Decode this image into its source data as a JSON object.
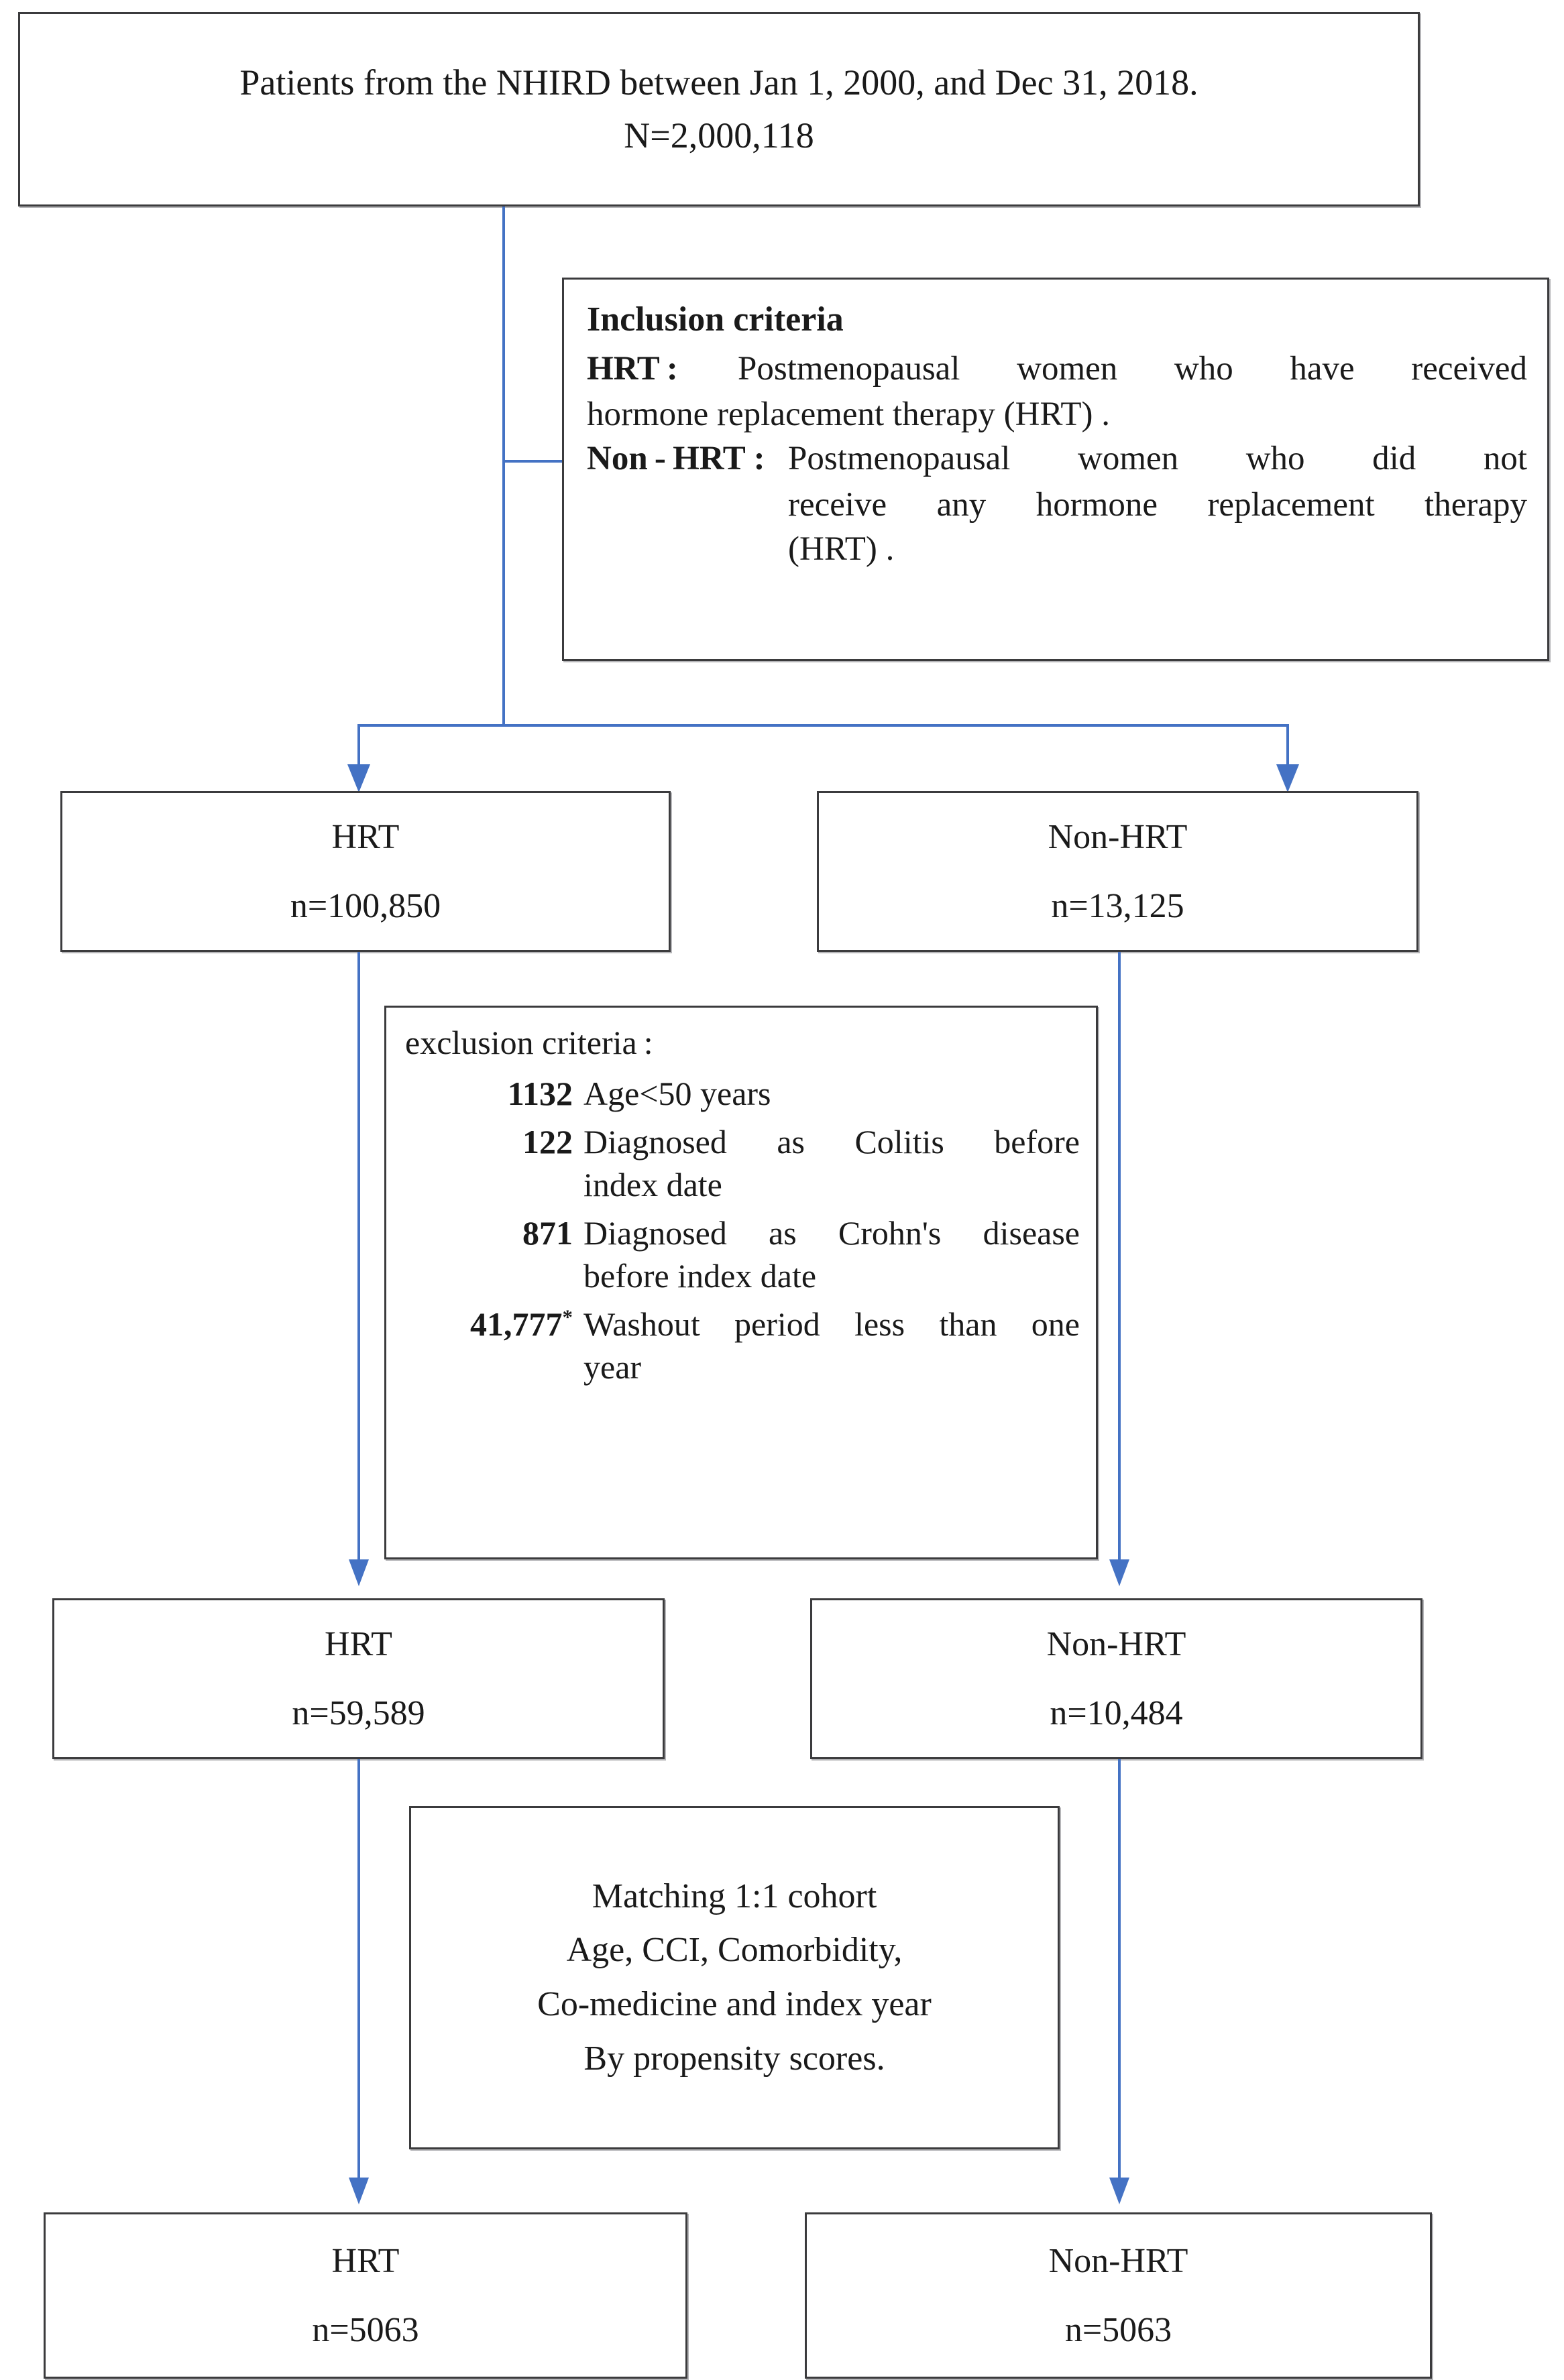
{
  "diagram": {
    "title": "Study cohort selection flow diagram",
    "accent_color": "#4472c4",
    "border_color": "#3b3b3d",
    "text_color": "#1a1a1a",
    "background": "#ffffff"
  },
  "top_node": {
    "line1": "Patients from the NHIRD between Jan 1, 2000, and Dec 31, 2018.",
    "line2": "N=2,000,118"
  },
  "inclusion": {
    "heading": "Inclusion criteria",
    "hrt_label": "HRT :",
    "hrt_text": "Postmenopausal women who have received",
    "hrt_text_cont": "hormone replacement therapy (HRT) .",
    "nonhrt_label": "Non - HRT :",
    "nonhrt_text": "Postmenopausal women who did not",
    "nonhrt_text_cont": "receive any hormone replacement therapy",
    "nonhrt_text_cont2": "(HRT) ."
  },
  "exclusion": {
    "heading": "exclusion criteria :",
    "items": [
      {
        "count": "1132",
        "sup": "",
        "text": "Age<50 years",
        "wrap": ""
      },
      {
        "count": "122",
        "sup": "",
        "text": "Diagnosed as Colitis before",
        "wrap": "index date"
      },
      {
        "count": "871",
        "sup": "",
        "text": "Diagnosed as Crohn's disease",
        "wrap": "before index date"
      },
      {
        "count": "41,777",
        "sup": "*",
        "text": "Washout period less than one",
        "wrap": "year"
      }
    ]
  },
  "matching": {
    "line1": "Matching 1:1 cohort",
    "line2": "Age, CCI, Comorbidity,",
    "line3": "Co-medicine and index year",
    "line4": "By propensity scores."
  },
  "cohorts": {
    "stage1": {
      "hrt": {
        "label": "HRT",
        "count": "n=100,850"
      },
      "nonhrt": {
        "label": "Non-HRT",
        "count": "n=13,125"
      }
    },
    "stage2": {
      "hrt": {
        "label": "HRT",
        "count": "n=59,589"
      },
      "nonhrt": {
        "label": "Non-HRT",
        "count": "n=10,484"
      }
    },
    "stage3": {
      "hrt": {
        "label": "HRT",
        "count": "n=5063"
      },
      "nonhrt": {
        "label": "Non-HRT",
        "count": "n=5063"
      }
    }
  }
}
